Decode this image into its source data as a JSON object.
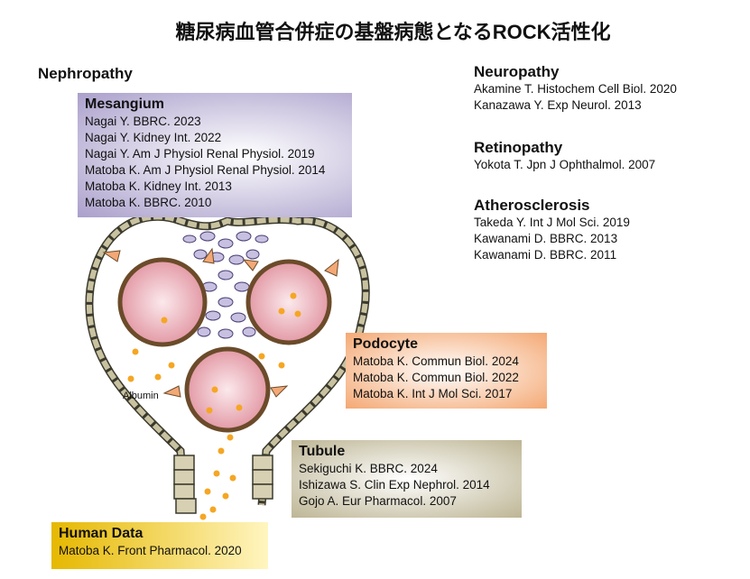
{
  "title": "糖尿病血管合併症の基盤病態となるROCK活性化",
  "nephropathy": {
    "heading": "Nephropathy"
  },
  "mesangium": {
    "heading": "Mesangium",
    "refs": [
      "Nagai Y. BBRC. 2023",
      "Nagai Y. Kidney Int. 2022",
      "Nagai Y. Am J Physiol Renal Physiol. 2019",
      "Matoba K. Am J Physiol Renal Physiol. 2014",
      "Matoba K. Kidney Int. 2013",
      "Matoba K. BBRC. 2010"
    ]
  },
  "podocyte": {
    "heading": "Podocyte",
    "refs": [
      "Matoba K. Commun Biol. 2024",
      "Matoba K. Commun Biol. 2022",
      "Matoba K. Int J Mol Sci. 2017"
    ]
  },
  "tubule": {
    "heading": "Tubule",
    "refs": [
      "Sekiguchi K. BBRC. 2024",
      "Ishizawa S. Clin Exp Nephrol. 2014",
      "Gojo A. Eur Pharmacol. 2007"
    ]
  },
  "human_data": {
    "heading": "Human Data",
    "refs": [
      "Matoba K. Front Pharmacol. 2020"
    ]
  },
  "neuropathy": {
    "heading": "Neuropathy",
    "refs": [
      "Akamine T. Histochem Cell Biol. 2020",
      "Kanazawa Y. Exp Neurol. 2013"
    ]
  },
  "retinopathy": {
    "heading": "Retinopathy",
    "refs": [
      "Yokota T. Jpn J Ophthalmol. 2007"
    ]
  },
  "atherosclerosis": {
    "heading": "Atherosclerosis",
    "refs": [
      "Takeda Y. Int J Mol Sci. 2019",
      "Kawanami D. BBRC. 2013",
      "Kawanami D. BBRC. 2011"
    ]
  },
  "albumin_label": "Albumin",
  "colors": {
    "mesangium": "#b3a8d0",
    "podocyte": "#f6b98f",
    "tubule": "#c9c3a6",
    "human": "#f0c830",
    "capillary": "#e8b2ba",
    "dot": "#f5a623"
  }
}
